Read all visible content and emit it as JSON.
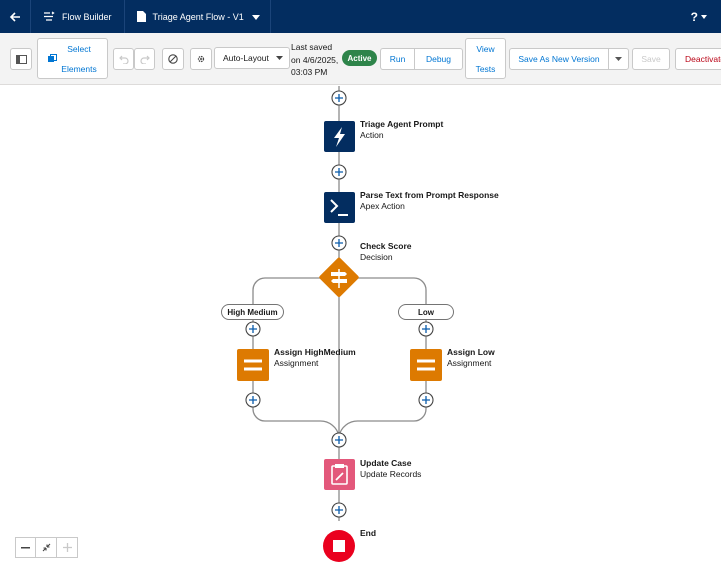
{
  "header": {
    "app_title": "Flow Builder",
    "flow_name": "Triage Agent Flow - V1",
    "help": "?"
  },
  "toolbar": {
    "select_line1": "Select",
    "select_line2": "Elements",
    "layout_value": "Auto-Layout",
    "last_saved_line1": "Last saved",
    "last_saved_line2": "on 4/6/2025,",
    "last_saved_line3": "03:03 PM",
    "status_badge": "Active",
    "run": "Run",
    "debug": "Debug",
    "view_line1": "View",
    "view_line2": "Tests",
    "save_as": "Save As New Version",
    "save": "Save",
    "deactivate": "Deactivate"
  },
  "flow": {
    "nodes": [
      {
        "title": "Triage Agent Prompt",
        "subtitle": "Action"
      },
      {
        "title": "Parse Text from Prompt Response",
        "subtitle": "Apex Action"
      },
      {
        "title": "Check Score",
        "subtitle": "Decision"
      },
      {
        "title": "Assign HighMedium",
        "subtitle": "Assignment"
      },
      {
        "title": "Assign Low",
        "subtitle": "Assignment"
      },
      {
        "title": "Update Case",
        "subtitle": "Update Records"
      },
      {
        "title": "End",
        "subtitle": ""
      }
    ],
    "branches": [
      "High Medium",
      "Low"
    ]
  },
  "colors": {
    "header_bg": "#032d60",
    "action_node": "#032d60",
    "decision_node": "#dd7a01",
    "assignment_node": "#dd7a01",
    "update_node": "#e3587b",
    "end_node": "#ea001e",
    "active_badge": "#2e844a",
    "link": "#0176d3"
  },
  "zoom_controls": [
    "zoom-out",
    "fit",
    "zoom-in"
  ]
}
